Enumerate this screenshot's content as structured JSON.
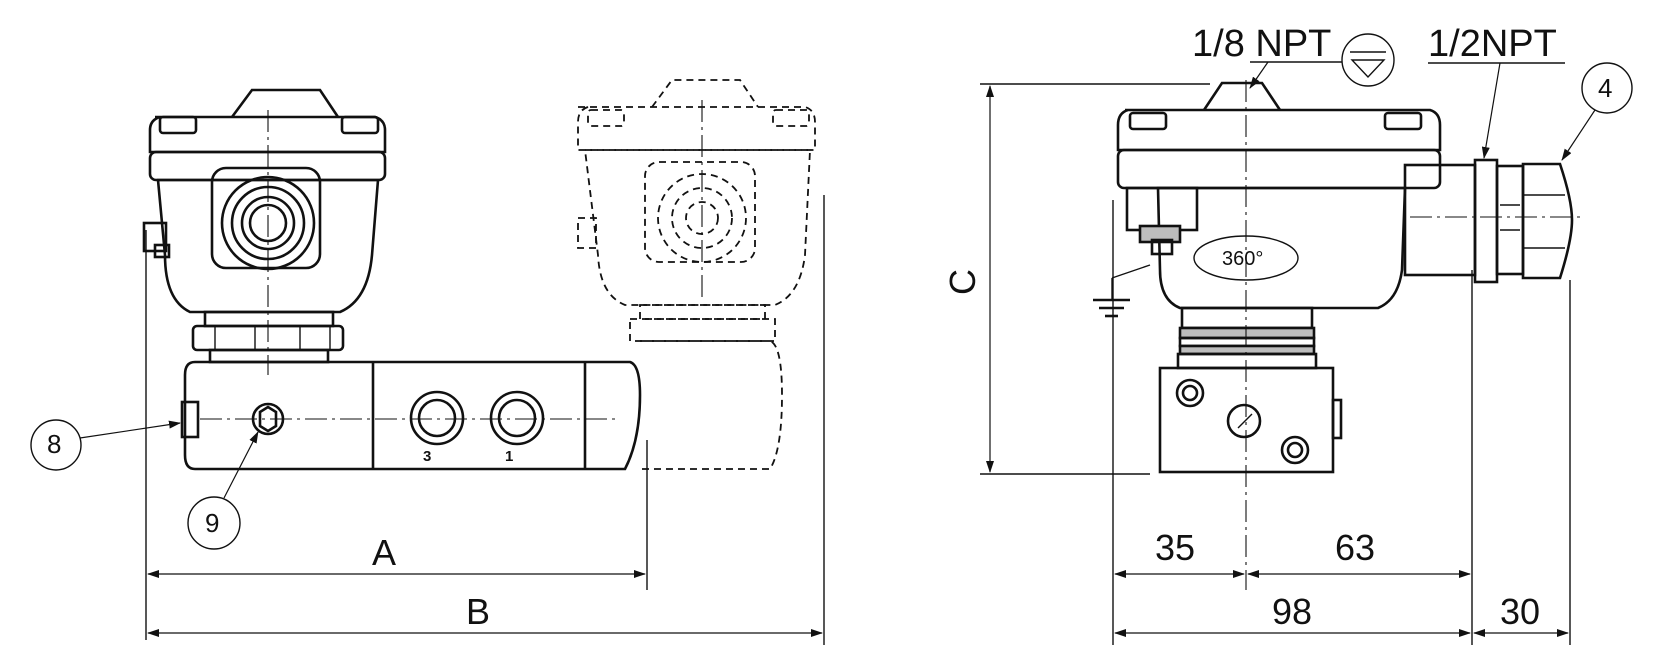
{
  "labels": {
    "dim_a": "A",
    "dim_b": "B",
    "dim_c": "C",
    "dim_35": "35",
    "dim_63": "63",
    "dim_98": "98",
    "dim_30": "30",
    "thread_top": "1/8 NPT",
    "thread_side": "1/2NPT",
    "rotation": "360°",
    "port_3": "3",
    "port_1": "1"
  },
  "callouts": [
    "8",
    "9",
    "4"
  ]
}
